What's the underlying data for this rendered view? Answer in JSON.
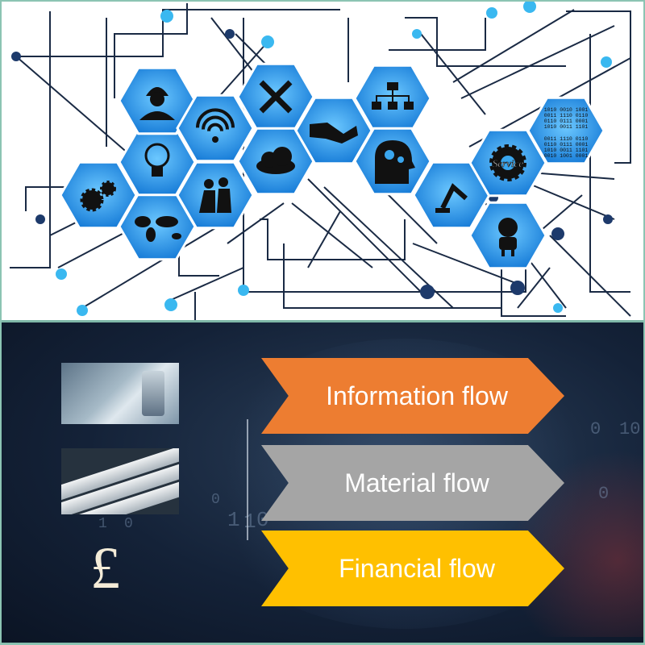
{
  "arrows": [
    {
      "label": "Information flow",
      "color": "#ED7D31"
    },
    {
      "label": "Material flow",
      "color": "#A5A5A5"
    },
    {
      "label": "Financial flow",
      "color": "#FFC000"
    }
  ],
  "currency_symbol": "£",
  "background_digits": [
    "0",
    "10",
    "0",
    "1",
    "1",
    "0",
    "1",
    "0",
    "0"
  ],
  "binary_block": [
    "1010 0010 1001",
    "0011 1110 0110",
    "0110 0111 0001",
    "1010 0011 1101",
    "0011 1110 0110",
    "0110 0111 0001",
    "1010 0011 1101",
    "0010 1001 0001"
  ],
  "service_label": "Service",
  "icons": [
    "gears-icon",
    "world-map-icon",
    "lightbulb-icon",
    "worker-icon",
    "wifi-icon",
    "people-icon",
    "tools-icon",
    "cloud-icon",
    "handshake-icon",
    "org-chart-icon",
    "brain-gears-icon",
    "robot-arm-icon",
    "service-gear-icon",
    "robot-icon",
    "binary-data-icon"
  ],
  "colors": {
    "hexagon": "#1e90e0",
    "network_node_dark": "#1d3a6b",
    "network_node_light": "#3ab8f0"
  }
}
